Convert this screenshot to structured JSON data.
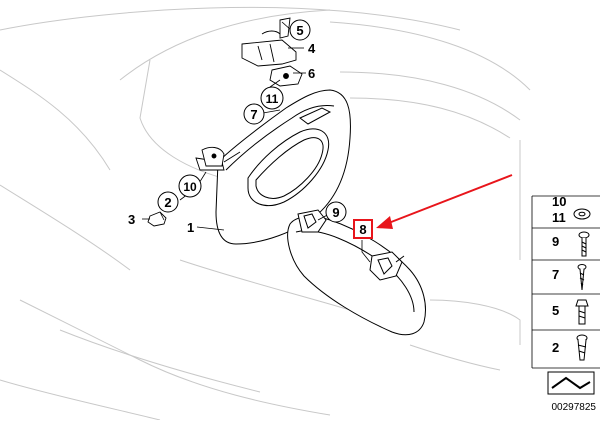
{
  "callouts": {
    "c5": "5",
    "c4": "4",
    "c6": "6",
    "c11": "11",
    "c7": "7",
    "c2": "2",
    "c10": "10",
    "c3": "3",
    "c1": "1",
    "c9": "9",
    "c8": "8"
  },
  "legend": {
    "items": [
      {
        "label": "10",
        "icon": "washer-icon"
      },
      {
        "label": "11",
        "icon": "washer-icon"
      },
      {
        "label": "9",
        "icon": "pan-head-screw-icon"
      },
      {
        "label": "7",
        "icon": "wood-screw-icon"
      },
      {
        "label": "5",
        "icon": "hex-head-screw-icon"
      },
      {
        "label": "2",
        "icon": "self-tapping-screw-icon"
      }
    ]
  },
  "diagram_number": "00297825",
  "colors": {
    "line": "#000000",
    "faint_line": "#c8c8c8",
    "highlight": "#e8151b"
  }
}
